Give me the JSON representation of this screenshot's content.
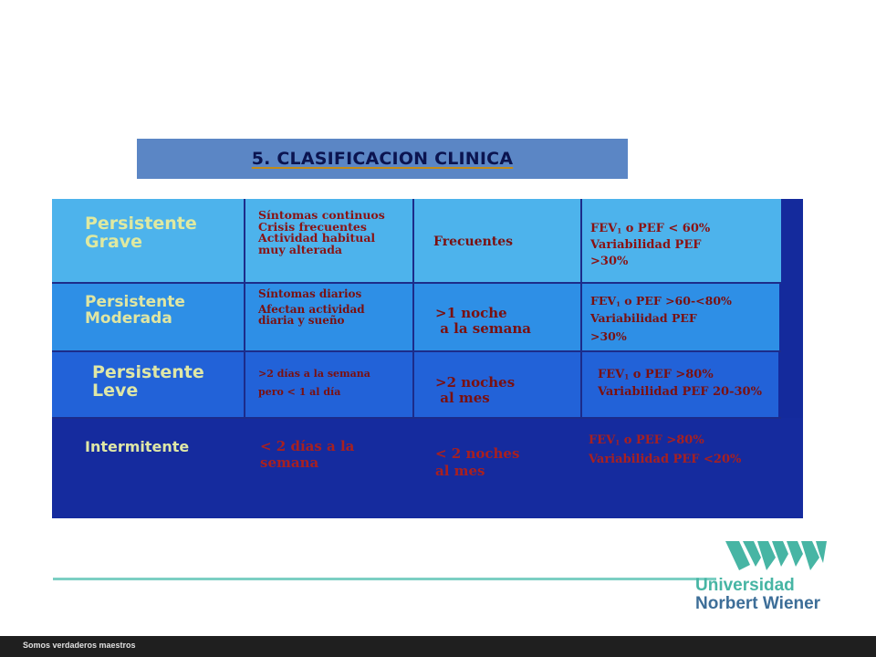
{
  "slide": {
    "title": "5. CLASIFICACION CLINICA",
    "footer": "Somos verdaderos maestros"
  },
  "table": {
    "rows": [
      {
        "level": [
          "Persistente",
          "Grave"
        ],
        "symptoms": [
          "Síntomas continuos",
          "Crisis frecuentes",
          "Actividad habitual",
          "muy alterada"
        ],
        "night": [
          "Frecuentes"
        ],
        "function": [
          "FEV",
          "1",
          " o PEF < 60%",
          "Variabilidad PEF",
          ">30%"
        ]
      },
      {
        "level": [
          "Persistente",
          "Moderada"
        ],
        "symptoms": [
          "Síntomas diarios",
          "Afectan actividad",
          "diaria y sueño"
        ],
        "night": [
          ">1 noche",
          " a la semana"
        ],
        "function": [
          "FEV",
          "1",
          " o PEF >60-<80%",
          "Variabilidad PEF",
          ">30%"
        ]
      },
      {
        "level": [
          "Persistente",
          "Leve"
        ],
        "symptoms": [
          ">2 días a la semana",
          "pero < 1 al día"
        ],
        "night": [
          ">2 noches",
          " al mes"
        ],
        "function": [
          "FEV",
          "1",
          " o PEF >80%",
          "Variabilidad PEF 20-30%"
        ]
      },
      {
        "level": [
          "Intermitente"
        ],
        "symptoms": [
          "< 2 días a la",
          "semana"
        ],
        "night": [
          "< 2 noches",
          "al mes"
        ],
        "function": [
          "FEV",
          "1",
          " o PEF >80%",
          "Variabilidad PEF <20%"
        ]
      }
    ]
  },
  "logo": {
    "name_line1": "Universidad",
    "name_line2": "Norbert Wiener",
    "color": "#47b5a4",
    "text_color": "#3d6e98"
  }
}
